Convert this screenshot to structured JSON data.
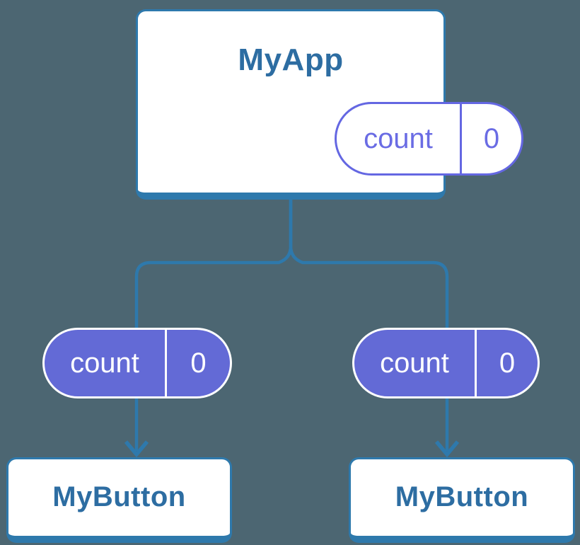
{
  "colors": {
    "background": "#4c6672",
    "connector_blue": "#2e79ac",
    "title_text_blue": "#2d6da2",
    "pill_fill_purple": "#636ad6",
    "pill_outline_purple": "#6467e2",
    "card_white": "#ffffff"
  },
  "diagram": {
    "type": "component-tree",
    "root": {
      "title": "MyApp",
      "state": {
        "name": "count",
        "value": "0"
      }
    },
    "children": [
      {
        "title": "MyButton",
        "state": {
          "name": "count",
          "value": "0"
        }
      },
      {
        "title": "MyButton",
        "state": {
          "name": "count",
          "value": "0"
        }
      }
    ]
  }
}
